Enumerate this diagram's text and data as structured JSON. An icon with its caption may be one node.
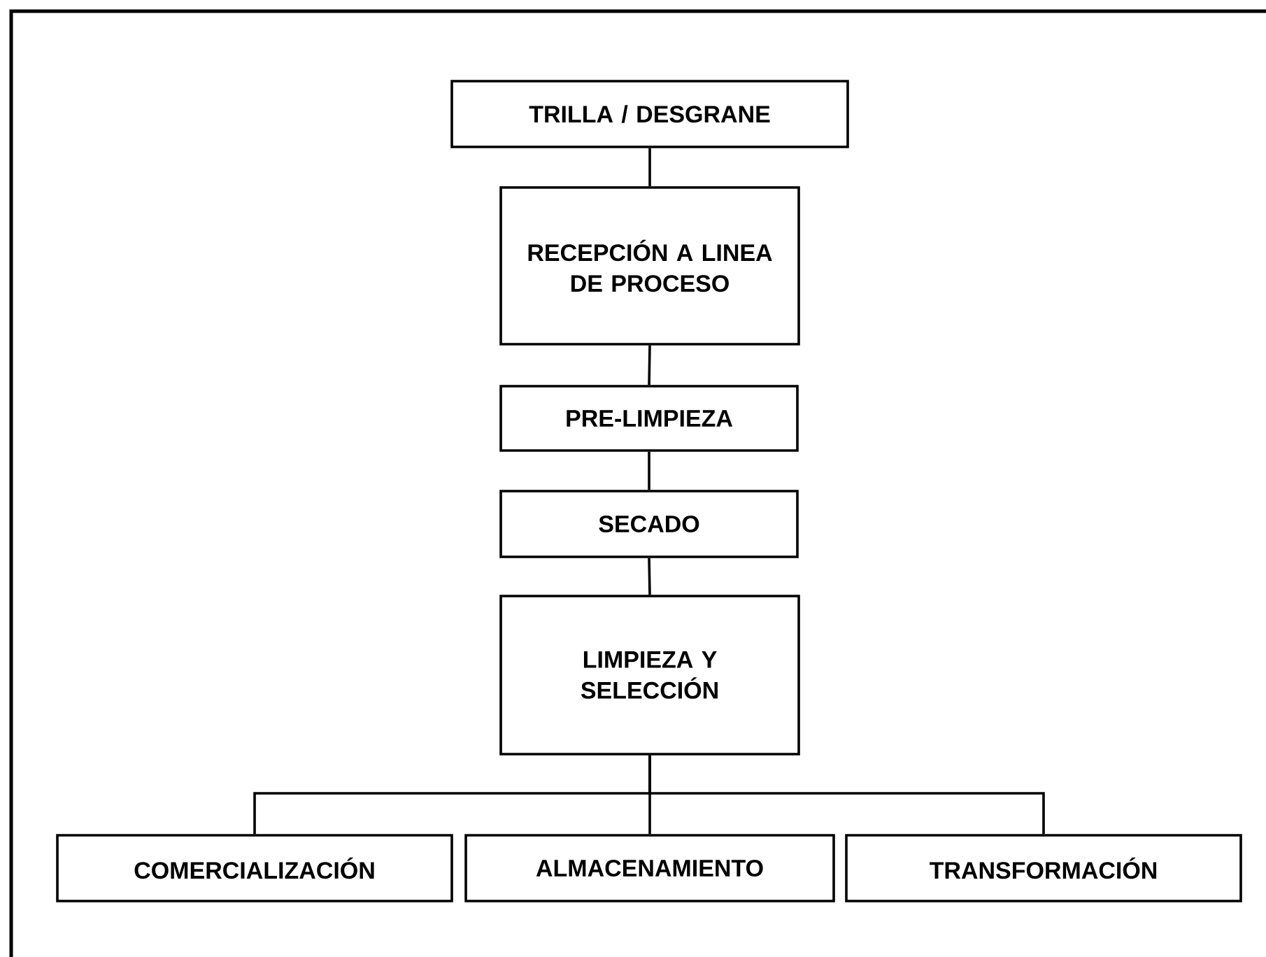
{
  "diagram": {
    "nodes": [
      {
        "text": [
          "TRILLA / DESGRANE"
        ]
      },
      {
        "text": [
          "RECEPCIÓN A LINEA DE PROCESO"
        ]
      },
      {
        "text": [
          "PRE-LIMPIEZA"
        ]
      },
      {
        "text": [
          "SECADO"
        ]
      },
      {
        "text": [
          "LIMPIEZA Y SELECCIÓN"
        ]
      },
      {
        "text": [
          "COMERCIALIZACIÓN"
        ]
      },
      {
        "text": [
          "ALMACENAMIENTO"
        ]
      },
      {
        "text": [
          "TRANSFORMACIÓN"
        ]
      }
    ],
    "edges": [
      {
        "from": 0,
        "to": 1,
        "arrow": "none"
      },
      {
        "from": 1,
        "to": 2,
        "arrow": "none"
      },
      {
        "from": 2,
        "to": 3,
        "arrow": "none"
      },
      {
        "from": 3,
        "to": 4,
        "arrow": "none"
      },
      {
        "from": 4,
        "to": 5,
        "arrow": "none"
      },
      {
        "from": 4,
        "to": 6,
        "arrow": "none"
      },
      {
        "from": 4,
        "to": 7,
        "arrow": "none"
      }
    ]
  }
}
